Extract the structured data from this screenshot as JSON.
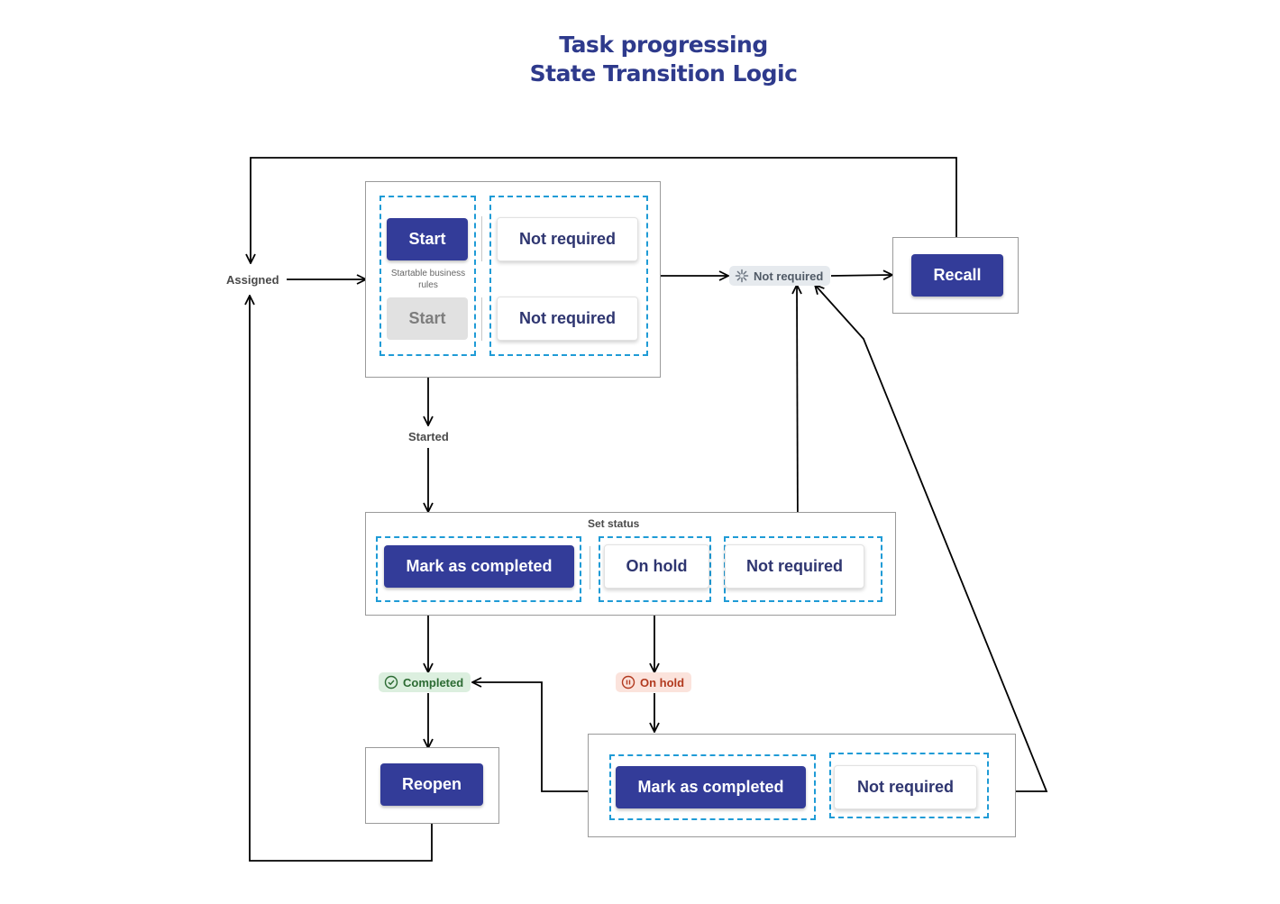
{
  "title": {
    "line1": "Task progressing",
    "line2": "State Transition Logic"
  },
  "states": {
    "assigned": "Assigned",
    "started": "Started",
    "set_status": "Set status",
    "not_required": "Not required",
    "completed": "Completed",
    "on_hold": "On hold"
  },
  "buttons": {
    "start": "Start",
    "start_disabled": "Start",
    "not_required_1": "Not required",
    "not_required_2": "Not required",
    "recall": "Recall",
    "mark_completed_1": "Mark as completed",
    "on_hold": "On hold",
    "not_required_3": "Not required",
    "reopen": "Reopen",
    "mark_completed_2": "Mark as completed",
    "not_required_4": "Not required"
  },
  "notes": {
    "startable_rules": "Startable business rules"
  },
  "icons": {
    "not_required_badge": "asterisk-icon",
    "completed_badge": "check-circle-icon",
    "on_hold_badge": "pause-circle-icon"
  },
  "colors": {
    "primary": "#333c99",
    "title": "#2e3a8c",
    "dashed_border": "#1f9bd6",
    "completed_green": "#2c6b33",
    "on_hold_red": "#b23a1f"
  }
}
